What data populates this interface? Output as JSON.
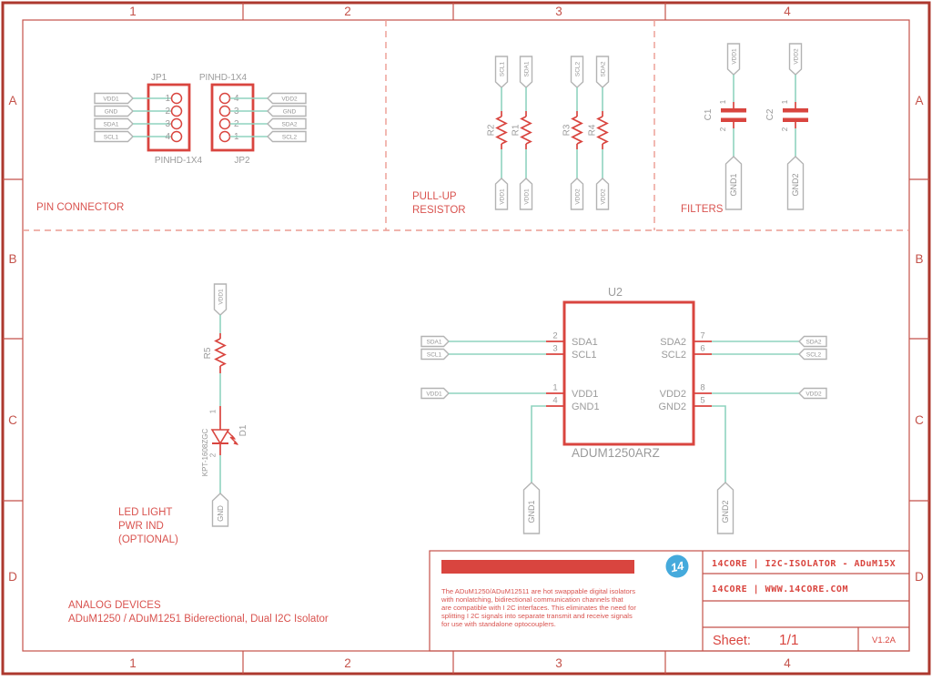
{
  "colors": {
    "frame_red": "#c4524a",
    "outer_border_red": "#ad382e",
    "component_red": "#d9453f",
    "wire_green": "#8fd3bf",
    "label_gray": "#9b9b9b",
    "flag_gray": "#b3b3b3",
    "logo_blue": "#45aadc",
    "dashed_pink": "#ec9b92"
  },
  "frame": {
    "columns": [
      "1",
      "2",
      "3",
      "4"
    ],
    "rows": [
      "A",
      "B",
      "C",
      "D"
    ]
  },
  "sections": {
    "pin_connector": "PIN CONNECTOR",
    "pull_up_line1": "PULL-UP",
    "pull_up_line2": "RESISTOR",
    "filters": "FILTERS",
    "led_line1": "LED LIGHT",
    "led_line2": "PWR IND",
    "led_line3": "(OPTIONAL)"
  },
  "connectors": {
    "jp1": {
      "ref": "JP1",
      "type": "PINHD-1X4",
      "pins": [
        "1",
        "2",
        "3",
        "4"
      ],
      "nets": [
        "VDD1",
        "GND",
        "SDA1",
        "SCL1"
      ]
    },
    "jp2": {
      "ref": "JP2",
      "type": "PINHD-1X4",
      "pins": [
        "4",
        "3",
        "2",
        "1"
      ],
      "nets": [
        "VDD2",
        "GND",
        "SDA2",
        "SCL2"
      ]
    }
  },
  "pullups": [
    {
      "ref": "R2",
      "top_net": "SCL1",
      "bottom_net": "VDD1"
    },
    {
      "ref": "R1",
      "top_net": "SDA1",
      "bottom_net": "VDD1"
    },
    {
      "ref": "R3",
      "top_net": "SCL2",
      "bottom_net": "VDD2"
    },
    {
      "ref": "R4",
      "top_net": "SDA2",
      "bottom_net": "VDD2"
    }
  ],
  "filters": [
    {
      "ref": "C1",
      "pin1": "1",
      "pin2": "2",
      "top_net": "VDD1",
      "bottom_net": "GND1"
    },
    {
      "ref": "C2",
      "pin1": "1",
      "pin2": "2",
      "top_net": "VDD2",
      "bottom_net": "GND2"
    }
  ],
  "led_circuit": {
    "resistor_ref": "R5",
    "diode_ref": "D1",
    "diode_part": "KPT-1608ZGC",
    "pin1": "1",
    "pin2": "2",
    "top_net": "VDD1",
    "bottom_net": "GND"
  },
  "isolator": {
    "ref": "U2",
    "part": "ADUM1250ARZ",
    "left_pins": [
      {
        "num": "2",
        "name": "SDA1",
        "net": "SDA1"
      },
      {
        "num": "3",
        "name": "SCL1",
        "net": "SCL1"
      },
      {
        "num": "1",
        "name": "VDD1",
        "net": "VDD1"
      },
      {
        "num": "4",
        "name": "GND1",
        "net": "GND1"
      }
    ],
    "right_pins": [
      {
        "num": "7",
        "name": "SDA2",
        "net": "SDA2"
      },
      {
        "num": "6",
        "name": "SCL2",
        "net": "SCL2"
      },
      {
        "num": "8",
        "name": "VDD2",
        "net": "VDD2"
      },
      {
        "num": "5",
        "name": "GND2",
        "net": "GND2"
      }
    ]
  },
  "footer_note": {
    "line1": "ANALOG DEVICES",
    "line2": "ADuM1250 / ADuM1251 Biderectional, Dual I2C Isolator"
  },
  "title_block": {
    "description_lines": [
      "The ADuM1250/ADuM12511 are hot swappable digital isolators",
      "with nonlatching, bidirectional communication channels that",
      "are compatible with I 2C interfaces. This eliminates the need for",
      "splitting I 2C signals into separate transmit and receive signals",
      "for use with standalone optocouplers."
    ],
    "logo_text": "14",
    "project": "14CORE | I2C-ISOLATOR - ADuM15X",
    "website": "14CORE | WWW.14CORE.COM",
    "sheet_label": "Sheet:",
    "sheet_value": "1/1",
    "version": "V1.2A"
  }
}
